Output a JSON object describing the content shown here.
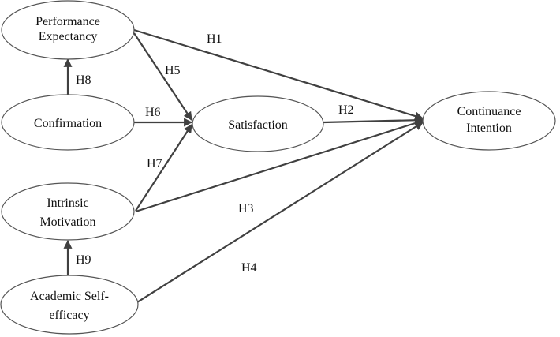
{
  "diagram": {
    "nodes": {
      "performance_expectancy": {
        "lines": [
          "Performance",
          "Expectancy"
        ]
      },
      "confirmation": {
        "lines": [
          "Confirmation"
        ]
      },
      "intrinsic_motivation": {
        "lines": [
          "Intrinsic",
          "Motivation"
        ]
      },
      "academic_self_efficacy": {
        "lines": [
          "Academic Self-",
          "efficacy"
        ]
      },
      "satisfaction": {
        "lines": [
          "Satisfaction"
        ]
      },
      "continuance_intention": {
        "lines": [
          "Continuance",
          "Intention"
        ]
      }
    },
    "hypotheses": {
      "h1": "H1",
      "h2": "H2",
      "h3": "H3",
      "h4": "H4",
      "h5": "H5",
      "h6": "H6",
      "h7": "H7",
      "h8": "H8",
      "h9": "H9"
    },
    "colors": {
      "stroke": "#404040",
      "node_border": "#555555"
    }
  }
}
